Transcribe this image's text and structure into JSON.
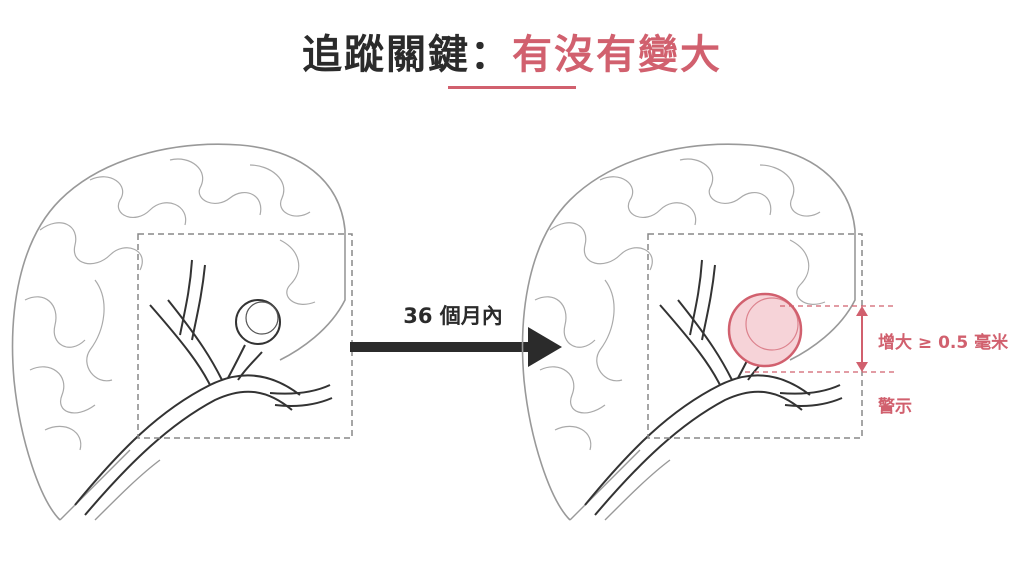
{
  "title": {
    "main": "追蹤關鍵：",
    "accent": "有沒有變大"
  },
  "arrow_label": "36 個月內",
  "measurement_label": "增大 ≥ 0.5 毫米",
  "warning_label": "警示",
  "colors": {
    "accent": "#d1606e",
    "ink": "#2b2b2b",
    "line": "#888888"
  }
}
